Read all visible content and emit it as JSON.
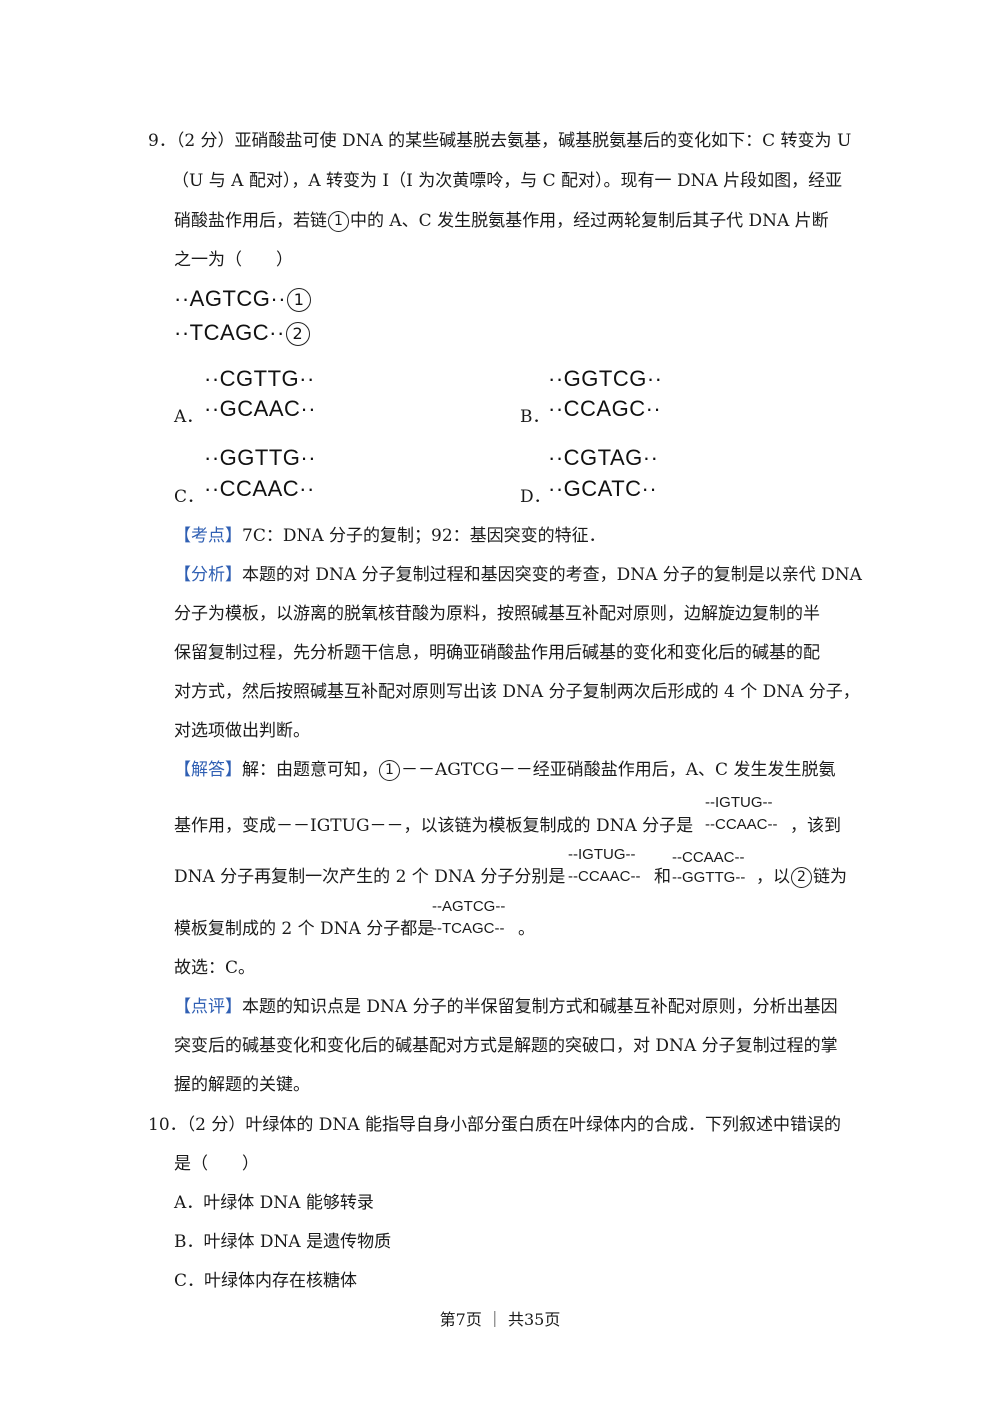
{
  "q9": {
    "line1": "9．（2 分）亚硝酸盐可使 DNA 的某些碱基脱去氨基，碱基脱氨基后的变化如下：C 转变为 U",
    "line2": "（U 与 A 配对），A 转变为 I（I 为次黄嘌呤，与 C 配对）。现有一 DNA 片段如图，经亚",
    "line3a": "硝酸盐作用后，若链",
    "line3b": "中的 A、C 发生脱氨基作用，经过两轮复制后其子代 DNA 片断",
    "line4": "之一为（　　）",
    "figure": {
      "strand1": "··AGTCG··",
      "strand2": "··TCAGC··",
      "mark1": "1",
      "mark2": "2"
    },
    "options": [
      {
        "label": "A．",
        "top": "··CGTTG··",
        "bottom": "··GCAAC··"
      },
      {
        "label": "B．",
        "top": "··GGTCG··",
        "bottom": "··CCAGC··"
      },
      {
        "label": "C．",
        "top": "··GGTTG··",
        "bottom": "··CCAAC··"
      },
      {
        "label": "D．",
        "top": "··CGTAG··",
        "bottom": "··GCATC··"
      }
    ],
    "kaodian_tag": "【考点】",
    "kaodian": "7C：DNA 分子的复制；92：基因突变的特征．",
    "fenxi_tag": "【分析】",
    "fenxi1": "本题的对 DNA 分子复制过程和基因突变的考查，DNA 分子的复制是以亲代 DNA",
    "fenxi2": "分子为模板，以游离的脱氧核苷酸为原料，按照碱基互补配对原则，边解旋边复制的半",
    "fenxi3": "保留复制过程，先分析题干信息，明确亚硝酸盐作用后碱基的变化和变化后的碱基的配",
    "fenxi4": "对方式，然后按照碱基互补配对原则写出该 DNA 分子复制两次后形成的 4 个 DNA 分子，",
    "fenxi5": "对选项做出判断。",
    "jieda_tag": "【解答】",
    "jieda1a": "解：由题意可知，",
    "jieda1b": "－－AGTCG－－经亚硝酸盐作用后，A、C 发生发生脱氨",
    "jieda2a": "基作用，变成－－IGTUG－－，以该链为模板复制成的 DNA 分子是",
    "jieda2_top": "--IGTUG--",
    "jieda2_bot": "--CCAAC--",
    "jieda2b": "，该到",
    "jieda3a": "DNA 分子再复制一次产生的 2 个 DNA 分子分别是",
    "jieda3_s1top": "--IGTUG--",
    "jieda3_s1bot": "--CCAAC--",
    "jieda3_mid": "和",
    "jieda3_s2top": "--CCAAC--",
    "jieda3_s2bot": "--GGTTG--",
    "jieda3b": "，以",
    "jieda3c": "链为",
    "jieda4a": "模板复制成的 2 个 DNA 分子都是",
    "jieda4_top": "--AGTCG--",
    "jieda4_bot": "--TCAGC--",
    "jieda4b": "。",
    "guxuan": "故选：C。",
    "dianping_tag": "【点评】",
    "dianping1": "本题的知识点是 DNA 分子的半保留复制方式和碱基互补配对原则，分析出基因",
    "dianping2": "突变后的碱基变化和变化后的碱基配对方式是解题的突破口，对 DNA 分子复制过程的掌",
    "dianping3": "握的解题的关键。"
  },
  "q10": {
    "line1": "10．（2 分）叶绿体的 DNA 能指导自身小部分蛋白质在叶绿体内的合成．下列叙述中错误的",
    "line2": "是（　　）",
    "options": [
      "A．叶绿体 DNA 能够转录",
      "B．叶绿体 DNA 是遗传物质",
      "C．叶绿体内存在核糖体"
    ]
  },
  "footer": "第7页 ｜ 共35页"
}
